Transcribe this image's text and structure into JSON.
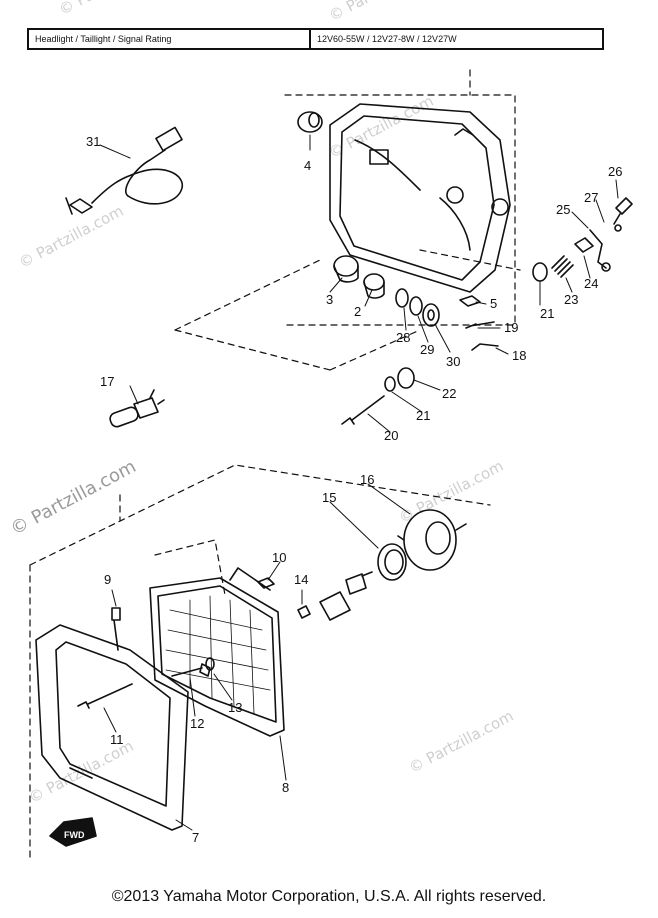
{
  "rating_table": {
    "label": "Headlight / Taillight / Signal Rating",
    "value": "12V60-55W / 12V27-8W / 12V27W"
  },
  "callouts": [
    "31",
    "4",
    "26",
    "27",
    "25",
    "3",
    "2",
    "5",
    "21",
    "23",
    "24",
    "28",
    "29",
    "30",
    "19",
    "18",
    "17",
    "22",
    "21",
    "20",
    "16",
    "15",
    "10",
    "9",
    "14",
    "12",
    "13",
    "11",
    "8",
    "7"
  ],
  "fwd_label": "FWD",
  "watermarks": [
    "© Partzilla.com",
    "© Partzilla.com",
    "© Partzilla.com",
    "© Partzilla.com",
    "© Partzilla.com",
    "© Partzilla.com",
    "© Partzilla.com",
    "© Partzilla.com"
  ],
  "copyright": "©2013 Yamaha Motor Corporation, U.S.A. All rights reserved."
}
